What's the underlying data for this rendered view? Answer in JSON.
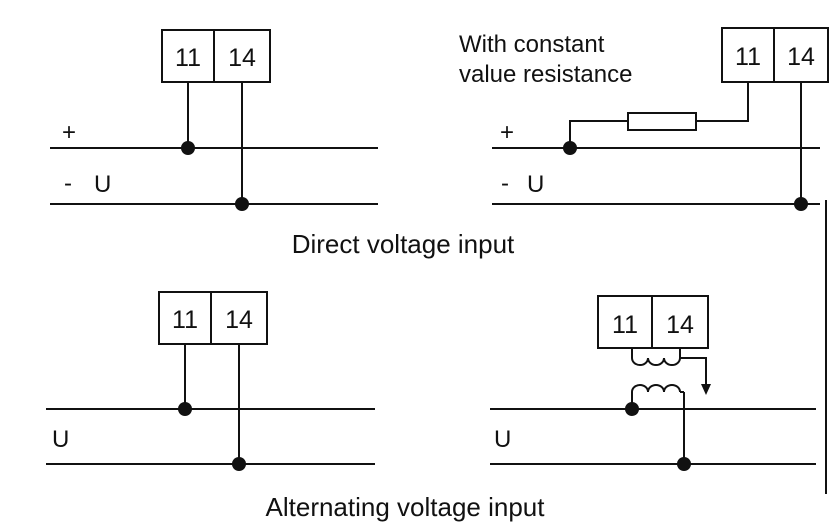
{
  "terminals": {
    "left": "11",
    "right": "14"
  },
  "dc": {
    "caption": "Direct voltage input",
    "plus_label": "+",
    "minus_label": "-",
    "u_label": "U",
    "note_line1": "With constant",
    "note_line2": "value resistance"
  },
  "ac": {
    "caption": "Alternating voltage input",
    "u_label": "U"
  }
}
